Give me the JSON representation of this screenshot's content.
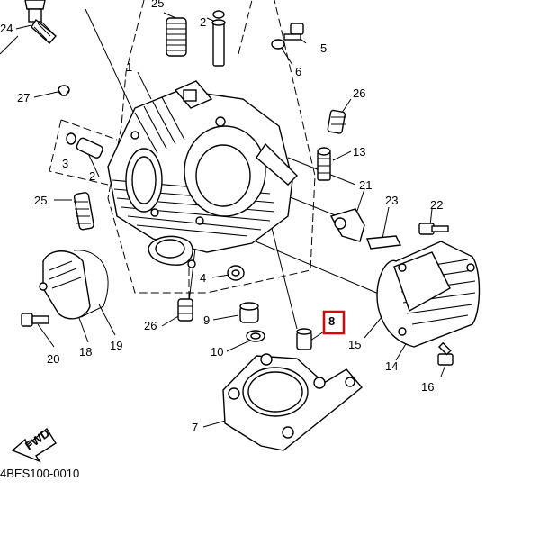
{
  "diagram": {
    "code": "4BES100-0010",
    "direction_label": "FWD",
    "highlight_color": "#e00000",
    "highlighted_part": "8",
    "callouts": [
      "1",
      "2",
      "2",
      "3",
      "4",
      "5",
      "6",
      "7",
      "8",
      "9",
      "10",
      "13",
      "14",
      "15",
      "16",
      "18",
      "19",
      "20",
      "21",
      "22",
      "23",
      "24",
      "25",
      "25",
      "26",
      "26",
      "27"
    ]
  }
}
